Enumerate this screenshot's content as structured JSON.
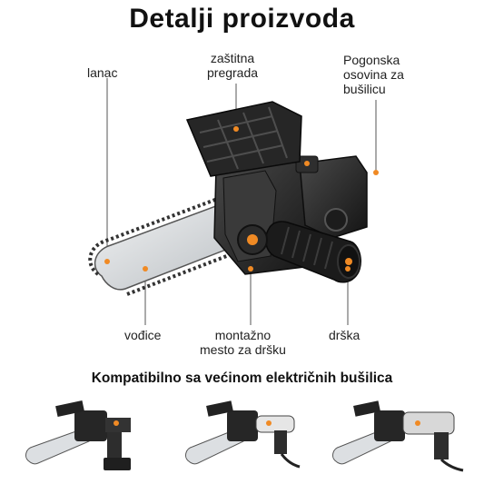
{
  "title": "Detalji proizvoda",
  "labels": {
    "chain": "lanac",
    "guard": "zaštitna\npregrada",
    "shaft": "Pogonska\nosovina za\nbušilicu",
    "bar": "vođice",
    "mount": "montažno\nmesto za dršku",
    "handle": "drška"
  },
  "subtitle": "Kompatibilno sa većinom električnih bušilica",
  "colors": {
    "accent": "#f08a24",
    "body": "#2a2a2a",
    "bar": "#d9dcdf"
  }
}
